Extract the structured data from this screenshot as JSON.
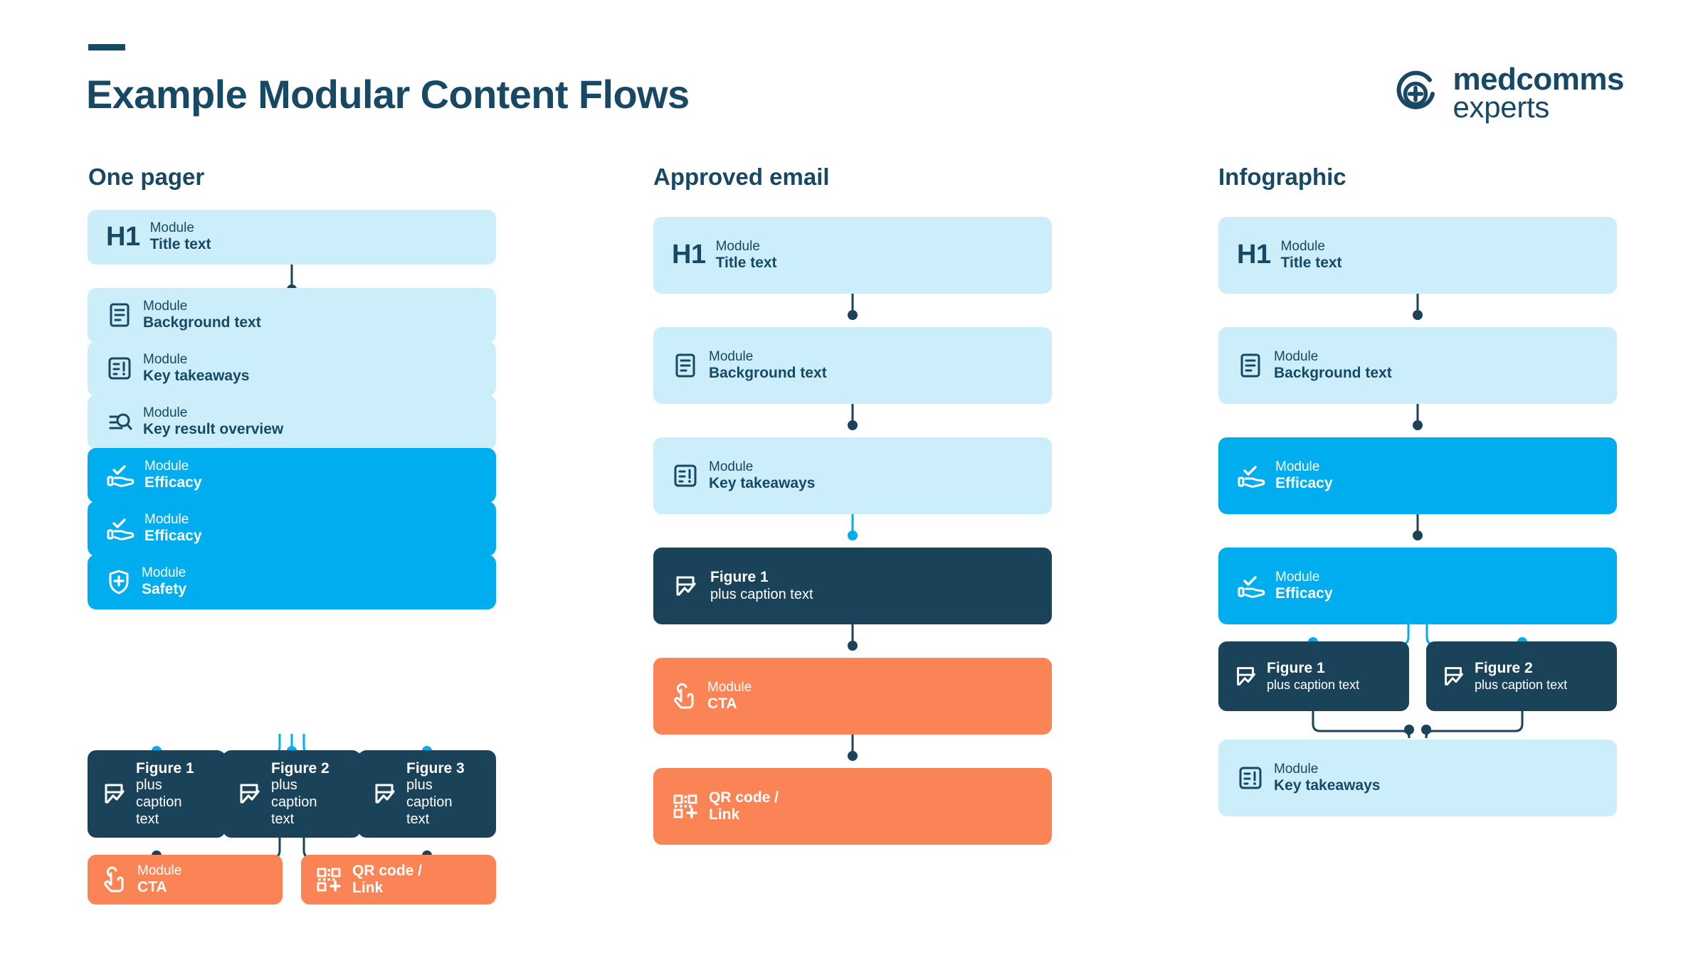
{
  "header": {
    "title": "Example Modular Content Flows",
    "logo": {
      "line1": "medcomms",
      "line2": "experts",
      "icon": "circle-plus-icon"
    }
  },
  "palette": {
    "navy": "#174965",
    "light_blue": "#CCEDFA",
    "cyan": "#00ADEE",
    "dark_navy": "#1A4259",
    "orange": "#FB8456",
    "white": "#FFFFFF"
  },
  "common": {
    "module_label": "Module"
  },
  "columns": [
    {
      "id": "one-pager",
      "title": "One pager",
      "blocks": [
        {
          "id": "h1",
          "icon": "h1-text-icon",
          "label": "Module",
          "value": "Title text",
          "style": "light"
        },
        {
          "id": "background",
          "icon": "document-text-icon",
          "label": "Module",
          "value": "Background text",
          "style": "light"
        },
        {
          "id": "takeaways",
          "icon": "list-alert-icon",
          "label": "Module",
          "value": "Key takeaways",
          "style": "light"
        },
        {
          "id": "keyresult",
          "icon": "search-lines-icon",
          "label": "Module",
          "value": "Key result overview",
          "style": "light"
        },
        {
          "id": "efficacy1",
          "icon": "hand-check-icon",
          "label": "Module",
          "value": "Efficacy",
          "style": "cyan"
        },
        {
          "id": "efficacy2",
          "icon": "hand-check-icon",
          "label": "Module",
          "value": "Efficacy",
          "style": "cyan"
        },
        {
          "id": "safety",
          "icon": "shield-plus-icon",
          "label": "Module",
          "value": "Safety",
          "style": "cyan"
        },
        {
          "id": "figure1",
          "icon": "chart-figure-icon",
          "title": "Figure 1",
          "caption": "plus caption text",
          "style": "navy"
        },
        {
          "id": "figure2",
          "icon": "chart-figure-icon",
          "title": "Figure 2",
          "caption": "plus caption text",
          "style": "navy"
        },
        {
          "id": "figure3",
          "icon": "chart-figure-icon",
          "title": "Figure 3",
          "caption": "plus caption text",
          "style": "navy"
        },
        {
          "id": "cta",
          "icon": "tap-hand-icon",
          "label": "Module",
          "value": "CTA",
          "style": "orange"
        },
        {
          "id": "qr",
          "icon": "qr-code-icon",
          "title": "QR code /",
          "caption": "Link",
          "style": "orange"
        }
      ]
    },
    {
      "id": "approved-email",
      "title": "Approved email",
      "blocks": [
        {
          "id": "h1",
          "icon": "h1-text-icon",
          "label": "Module",
          "value": "Title text",
          "style": "light"
        },
        {
          "id": "background",
          "icon": "document-text-icon",
          "label": "Module",
          "value": "Background text",
          "style": "light"
        },
        {
          "id": "takeaways",
          "icon": "list-alert-icon",
          "label": "Module",
          "value": "Key takeaways",
          "style": "light"
        },
        {
          "id": "figure1",
          "icon": "chart-figure-icon",
          "title": "Figure 1",
          "caption": "plus caption text",
          "style": "navy"
        },
        {
          "id": "cta",
          "icon": "tap-hand-icon",
          "label": "Module",
          "value": "CTA",
          "style": "orange"
        },
        {
          "id": "qr",
          "icon": "qr-code-icon",
          "title": "QR code /",
          "caption": "Link",
          "style": "orange"
        }
      ]
    },
    {
      "id": "infographic",
      "title": "Infographic",
      "blocks": [
        {
          "id": "h1",
          "icon": "h1-text-icon",
          "label": "Module",
          "value": "Title text",
          "style": "light"
        },
        {
          "id": "background",
          "icon": "document-text-icon",
          "label": "Module",
          "value": "Background text",
          "style": "light"
        },
        {
          "id": "efficacy1",
          "icon": "hand-check-icon",
          "label": "Module",
          "value": "Efficacy",
          "style": "cyan"
        },
        {
          "id": "efficacy2",
          "icon": "hand-check-icon",
          "label": "Module",
          "value": "Efficacy",
          "style": "cyan"
        },
        {
          "id": "figure1",
          "icon": "chart-figure-icon",
          "title": "Figure 1",
          "caption": "plus caption text",
          "style": "navy"
        },
        {
          "id": "figure2",
          "icon": "chart-figure-icon",
          "title": "Figure 2",
          "caption": "plus caption text",
          "style": "navy"
        },
        {
          "id": "takeaways",
          "icon": "list-alert-icon",
          "label": "Module",
          "value": "Key takeaways",
          "style": "light"
        }
      ]
    }
  ]
}
